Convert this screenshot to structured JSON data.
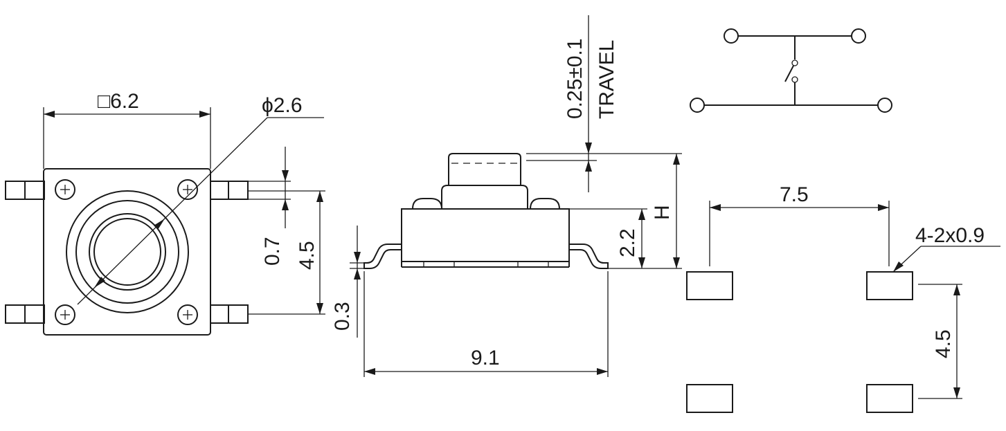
{
  "top_view": {
    "width_label": "□6.2",
    "plunger_label": "ϕ2.6",
    "pin_width_label": "0.7",
    "pin_pitch_label": "4.5"
  },
  "side_view": {
    "travel_label": "0.25±0.1",
    "travel_word": "TRAVEL",
    "height_label": "H",
    "body_height_label": "2.2",
    "lead_thickness_label": "0.3",
    "overall_length_label": "9.1"
  },
  "footprint": {
    "pad_spacing_label": "7.5",
    "pad_size_label": "4-2x0.9",
    "pad_pitch_label": "4.5"
  },
  "colors": {
    "line": "#1a1a1a",
    "background": "#ffffff"
  }
}
